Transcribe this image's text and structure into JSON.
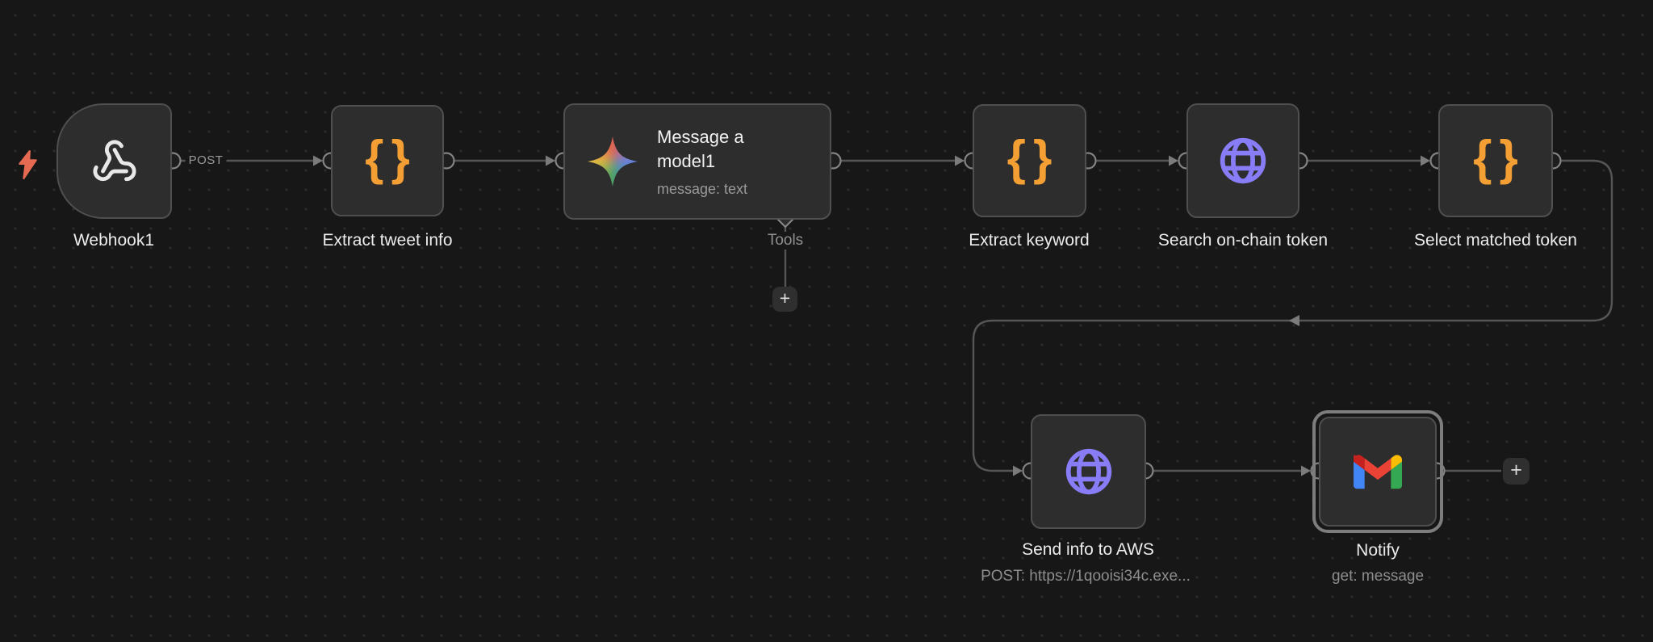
{
  "app": {
    "name": "workflow-editor-canvas",
    "theme": "dark"
  },
  "colors": {
    "canvas_bg": "#171717",
    "grid_dot": "#2b2b2b",
    "node_bg": "#2d2d2d",
    "node_border": "#4f4f4f",
    "edge": "#565656",
    "connector_stroke": "#838383",
    "selection_ring": "#7d7d7d",
    "text_primary": "#ececec",
    "text_secondary": "#8d8d8d",
    "code_icon_orange": "#f39f33",
    "http_icon_purple": "#887df6",
    "trigger_bolt_red": "#e66a52",
    "gmail_blue": "#4285F4",
    "gmail_green": "#34A853",
    "gmail_yellow": "#FBBC04",
    "gmail_red": "#EA4335",
    "gmail_dark_red": "#C5221F"
  },
  "icons": {
    "brace_open": "{",
    "brace_close": "}"
  },
  "ui": {
    "plus_label": "+",
    "tools_port_label": "Tools"
  },
  "nodes": [
    {
      "id": "webhook",
      "label": "Webhook1",
      "icon": "webhook-icon",
      "type": "trigger",
      "output_label": "POST"
    },
    {
      "id": "extract-tweet-info",
      "label": "Extract tweet info",
      "icon": "code-braces-icon",
      "type": "code"
    },
    {
      "id": "message-a-model",
      "title_line1": "Message a",
      "title_line2": "model1",
      "subtitle": "message: text",
      "icon": "ai-sparkle-icon",
      "type": "ai",
      "tools_port_label": "Tools"
    },
    {
      "id": "extract-keyword",
      "label": "Extract keyword",
      "icon": "code-braces-icon",
      "type": "code"
    },
    {
      "id": "search-on-chain-token",
      "label": "Search on-chain token",
      "icon": "globe-icon",
      "type": "http"
    },
    {
      "id": "select-matched-token",
      "label": "Select matched token",
      "icon": "code-braces-icon",
      "type": "code"
    },
    {
      "id": "send-info-to-aws",
      "label": "Send info to AWS",
      "subtitle": "POST: https://1qooisi34c.exe...",
      "icon": "globe-icon",
      "type": "http"
    },
    {
      "id": "notify",
      "label": "Notify",
      "subtitle": "get: message",
      "icon": "gmail-icon",
      "type": "gmail",
      "selected": true
    }
  ],
  "connections": [
    {
      "from": "webhook",
      "to": "extract-tweet-info",
      "label": "POST"
    },
    {
      "from": "extract-tweet-info",
      "to": "message-a-model"
    },
    {
      "from": "message-a-model",
      "to": "extract-keyword"
    },
    {
      "from": "extract-keyword",
      "to": "search-on-chain-token"
    },
    {
      "from": "search-on-chain-token",
      "to": "select-matched-token"
    },
    {
      "from": "select-matched-token",
      "to": "send-info-to-aws"
    },
    {
      "from": "send-info-to-aws",
      "to": "notify"
    },
    {
      "from": "message-a-model",
      "port": "tools",
      "to": "add-tool-plus-button"
    },
    {
      "from": "notify",
      "to": "add-node-plus-button"
    }
  ]
}
